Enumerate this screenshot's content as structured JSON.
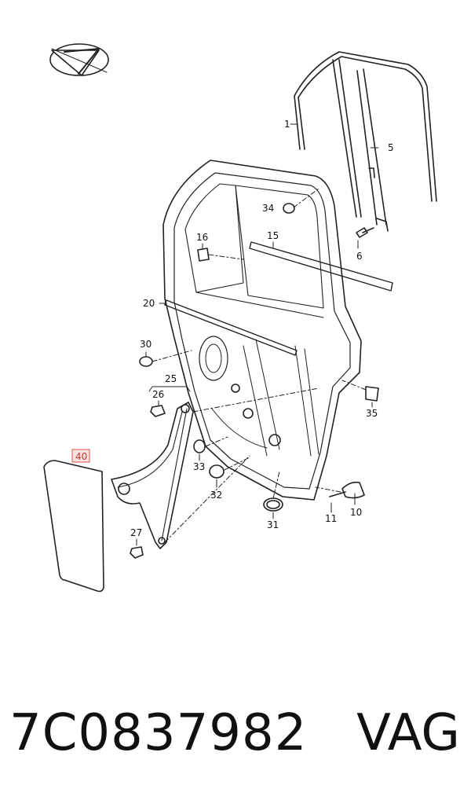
{
  "callouts": {
    "c1": "1",
    "c5": "5",
    "c34": "34",
    "c6": "6",
    "c16": "16",
    "c15": "15",
    "c20": "20",
    "c30": "30",
    "c25": "25",
    "c26": "26",
    "c35": "35",
    "c33": "33",
    "c32": "32",
    "c40": "40",
    "c27": "27",
    "c11": "11",
    "c10": "10",
    "c31": "31"
  },
  "highlight_color": "#d9534f",
  "footer": {
    "part_number": "7C0837982",
    "brand": "VAG"
  }
}
